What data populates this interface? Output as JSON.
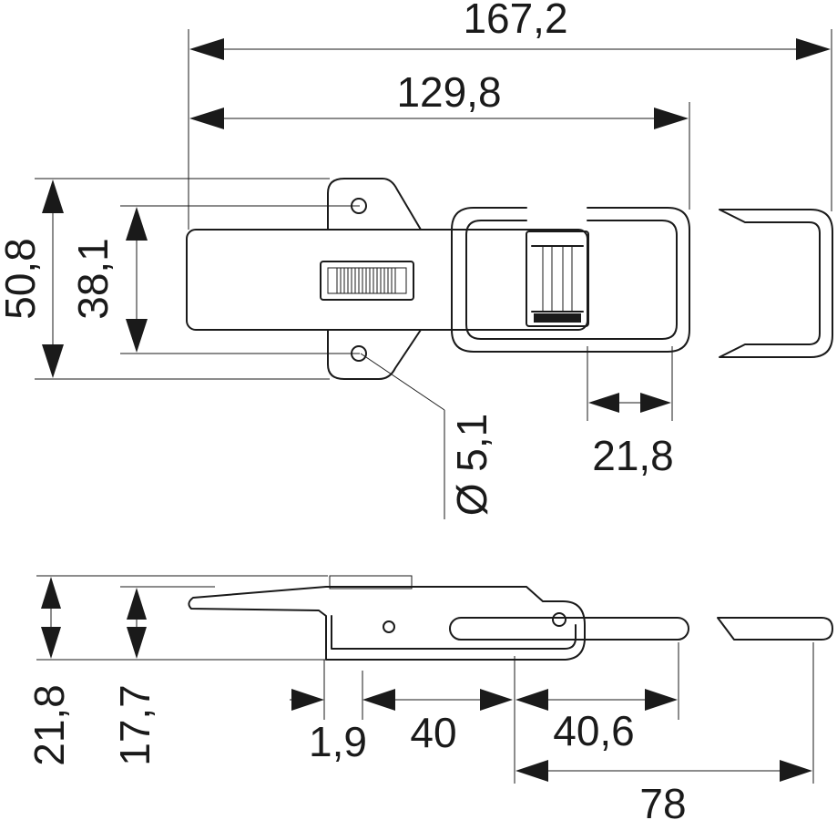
{
  "dimensions": {
    "overall_length": "167,2",
    "latch_length": "129,8",
    "outer_height": "50,8",
    "hole_spacing": "38,1",
    "keeper_width": "21,8",
    "hole_diameter": "Ø 5,1",
    "side_height_total": "21,8",
    "side_height_inner": "17,7",
    "offset": "1,9",
    "base_length": "40",
    "mid_length": "40,6",
    "keeper_reach": "78"
  }
}
